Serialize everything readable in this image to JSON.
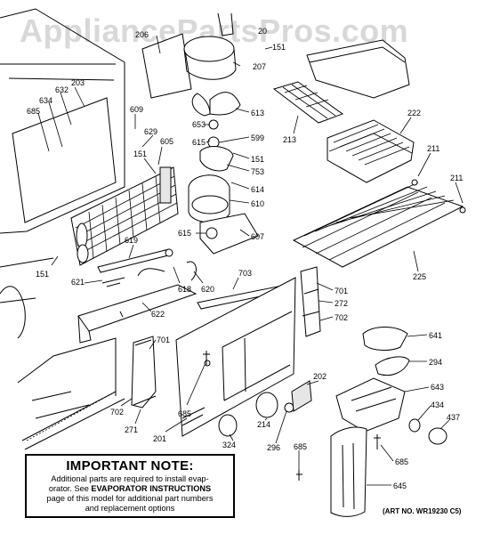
{
  "watermark": "AppliancePartsPros.com",
  "note": {
    "title": "IMPORTANT NOTE:",
    "line1": "Additional parts are required to install evap-",
    "line2a": "orator. See ",
    "line2b": "EVAPORATOR INSTRUCTIONS",
    "line3": "page of this model for additional part numbers",
    "line4": "and replacement options"
  },
  "art_no": "(ART NO. WR19230 C5)",
  "callouts": [
    {
      "id": "c203",
      "text": "203"
    },
    {
      "id": "c632",
      "text": "632"
    },
    {
      "id": "c634",
      "text": "634"
    },
    {
      "id": "c685a",
      "text": "685"
    },
    {
      "id": "c609",
      "text": "609"
    },
    {
      "id": "c629",
      "text": "629"
    },
    {
      "id": "c605",
      "text": "605"
    },
    {
      "id": "c151a",
      "text": "151"
    },
    {
      "id": "c619",
      "text": "619"
    },
    {
      "id": "c621",
      "text": "621"
    },
    {
      "id": "c151b",
      "text": "151"
    },
    {
      "id": "c618",
      "text": "618"
    },
    {
      "id": "c620",
      "text": "620"
    },
    {
      "id": "c622",
      "text": "622"
    },
    {
      "id": "c701a",
      "text": "701"
    },
    {
      "id": "c702a",
      "text": "702"
    },
    {
      "id": "c271",
      "text": "271"
    },
    {
      "id": "c685b",
      "text": "685"
    },
    {
      "id": "c201",
      "text": "201"
    },
    {
      "id": "c324",
      "text": "324"
    },
    {
      "id": "c206",
      "text": "206"
    },
    {
      "id": "c20x",
      "text": "20"
    },
    {
      "id": "c151c",
      "text": "151"
    },
    {
      "id": "c207",
      "text": "207"
    },
    {
      "id": "c653",
      "text": "653"
    },
    {
      "id": "c613",
      "text": "613"
    },
    {
      "id": "c615a",
      "text": "615"
    },
    {
      "id": "c599",
      "text": "599"
    },
    {
      "id": "c151d",
      "text": "151"
    },
    {
      "id": "c753",
      "text": "753"
    },
    {
      "id": "c614",
      "text": "614"
    },
    {
      "id": "c610",
      "text": "610"
    },
    {
      "id": "c615b",
      "text": "615"
    },
    {
      "id": "c607",
      "text": "607"
    },
    {
      "id": "c703",
      "text": "703"
    },
    {
      "id": "c214",
      "text": "214"
    },
    {
      "id": "c296",
      "text": "296"
    },
    {
      "id": "c685c",
      "text": "685"
    },
    {
      "id": "c213",
      "text": "213"
    },
    {
      "id": "c222",
      "text": "222"
    },
    {
      "id": "c211a",
      "text": "211"
    },
    {
      "id": "c211b",
      "text": "211"
    },
    {
      "id": "c225",
      "text": "225"
    },
    {
      "id": "c701b",
      "text": "701"
    },
    {
      "id": "c272",
      "text": "272"
    },
    {
      "id": "c702b",
      "text": "702"
    },
    {
      "id": "c641",
      "text": "641"
    },
    {
      "id": "c294",
      "text": "294"
    },
    {
      "id": "c202",
      "text": "202"
    },
    {
      "id": "c643",
      "text": "643"
    },
    {
      "id": "c434",
      "text": "434"
    },
    {
      "id": "c437",
      "text": "437"
    },
    {
      "id": "c685d",
      "text": "685"
    },
    {
      "id": "c645",
      "text": "645"
    }
  ]
}
